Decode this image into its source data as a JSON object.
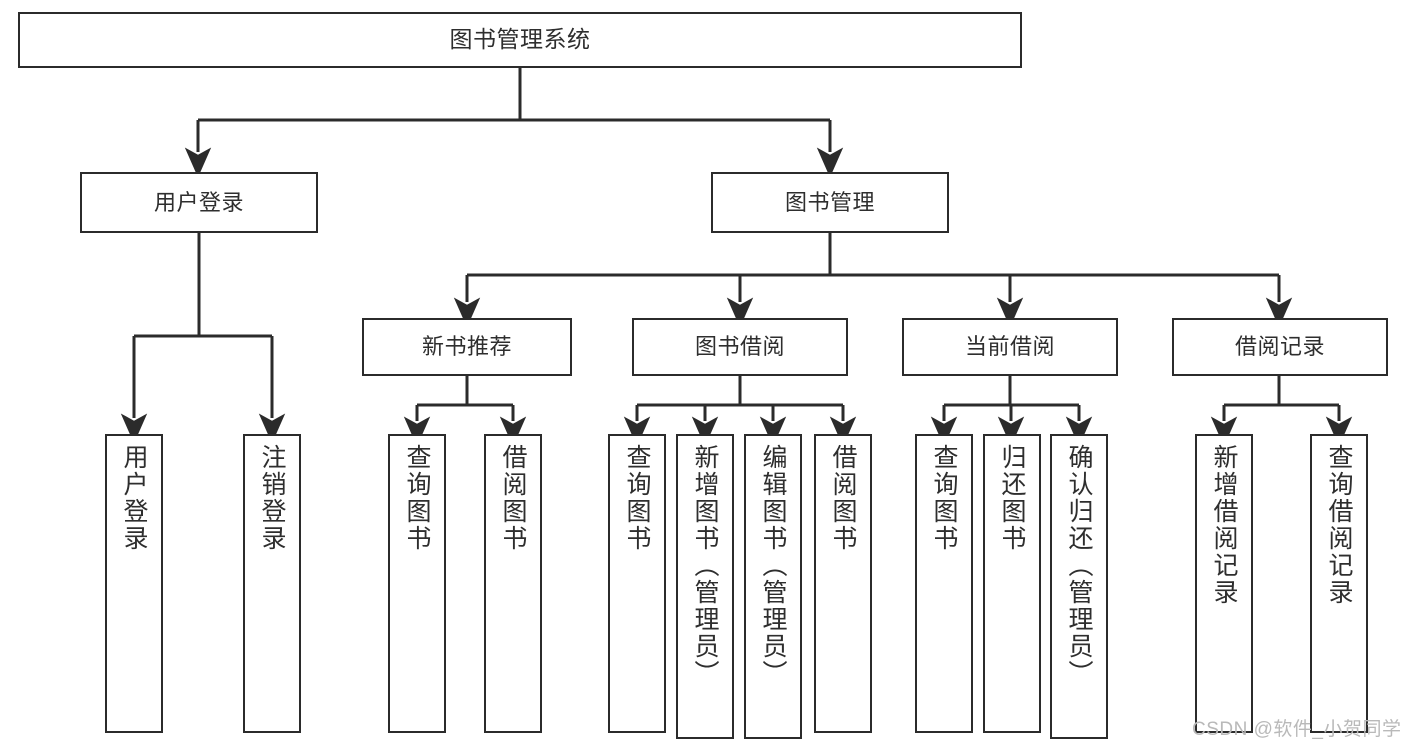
{
  "diagram": {
    "title": "图书管理系统",
    "type": "tree-hierarchy-chart",
    "colors": {
      "border": "#2b2b2b",
      "text": "#2e2e2e",
      "background": "#ffffff",
      "watermark": "#b9b9b9"
    },
    "root": {
      "label": "图书管理系统"
    },
    "level2": [
      {
        "label": "用户登录"
      },
      {
        "label": "图书管理"
      }
    ],
    "level3": [
      {
        "label": "新书推荐"
      },
      {
        "label": "图书借阅"
      },
      {
        "label": "当前借阅"
      },
      {
        "label": "借阅记录"
      }
    ],
    "leaves": {
      "user_login": [
        {
          "label": "用户登录"
        },
        {
          "label": "注销登录"
        }
      ],
      "new_book_recommend": [
        {
          "label": "查询图书"
        },
        {
          "label": "借阅图书"
        }
      ],
      "book_borrow": [
        {
          "label": "查询图书"
        },
        {
          "label": "新增图书（管理员）"
        },
        {
          "label": "编辑图书（管理员）"
        },
        {
          "label": "借阅图书"
        }
      ],
      "current_borrow": [
        {
          "label": "查询图书"
        },
        {
          "label": "归还图书"
        },
        {
          "label": "确认归还（管理员）"
        }
      ],
      "borrow_record": [
        {
          "label": "新增借阅记录"
        },
        {
          "label": "查询借阅记录"
        }
      ]
    },
    "watermark": "CSDN @软件_小贺同学"
  }
}
